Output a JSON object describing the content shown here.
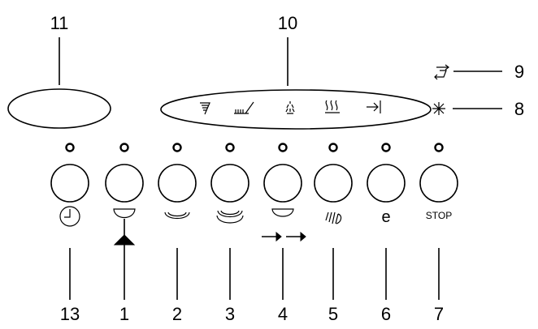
{
  "callouts": {
    "display_label": "11",
    "indicator_panel_label": "10",
    "symbol_top_label": "9",
    "symbol_bottom_label": "8"
  },
  "buttons": [
    {
      "number": "13",
      "symbol": "clock-icon"
    },
    {
      "number": "1",
      "symbol": "wine-glass-icon"
    },
    {
      "number": "2",
      "symbol": "bowl-icon"
    },
    {
      "number": "3",
      "symbol": "double-bowl-icon"
    },
    {
      "number": "4",
      "symbol": "bowl-arrows-icon"
    },
    {
      "number": "5",
      "symbol": "spray-hand-icon"
    },
    {
      "number": "6",
      "symbol": "e",
      "text": "e"
    },
    {
      "number": "7",
      "symbol": "stop",
      "text": "STOP"
    }
  ],
  "indicator_icons": [
    "prewash-icon",
    "brush-wash-icon",
    "rinse-spray-icon",
    "dry-heat-icon",
    "end-arrow-icon"
  ],
  "symbols": {
    "top": "sync-arrows-icon",
    "bottom": "sparkle-icon"
  },
  "colors": {
    "ink": "#000000",
    "background": "#ffffff"
  }
}
